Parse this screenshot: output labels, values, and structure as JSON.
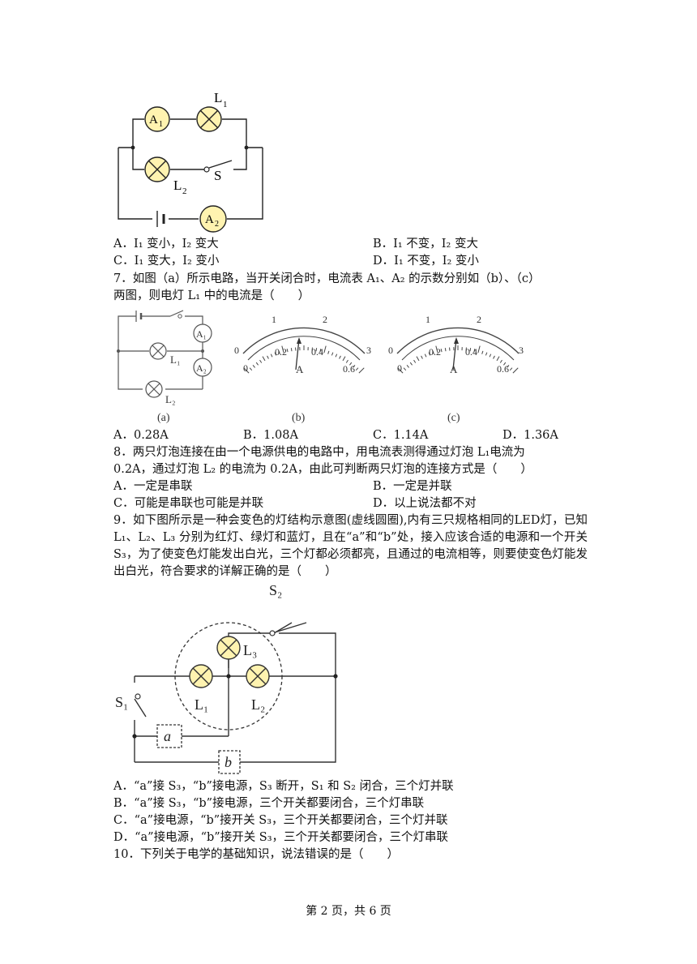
{
  "q6": {
    "figure": {
      "A1": "A",
      "A1sub": "1",
      "L1": "L",
      "L1sub": "1",
      "L2": "L",
      "L2sub": "2",
      "S": "S",
      "A2": "A",
      "A2sub": "2"
    },
    "options": {
      "A": "A．I₁ 变小，I₂ 变大",
      "B": "B．I₁ 不变，I₂ 变大",
      "C": "C．I₁ 变大，I₂ 变小",
      "D": "D．I₁ 不变，I₂ 变小"
    }
  },
  "q7": {
    "line1": "7．如图（a）所示电路，当开关闭合时，电流表 A₁、A₂ 的示数分别如（b）、（c）",
    "line2": "两图，则电灯 L₁ 中的电流是（　　）",
    "figure": {
      "caption_a": "(a)",
      "caption_b": "(b)",
      "caption_c": "(c)",
      "L1": "L₁",
      "L2": "L₂",
      "A1": "A₁",
      "A2": "A₂",
      "meter_unit": "A",
      "upper_ticks": [
        "0",
        "1",
        "2",
        "3"
      ],
      "lower_ticks": [
        "0",
        "0.2",
        "0.4",
        "0.6"
      ]
    },
    "options": {
      "A": "A．0.28A",
      "B": "B．1.08A",
      "C": "C．1.14A",
      "D": "D．1.36A"
    }
  },
  "q8": {
    "line1": "8．两只灯泡连接在由一个电源供电的电路中，用电流表测得通过灯泡 L₁电流为",
    "line2": "0.2A，通过灯泡 L₂ 的电流为 0.2A，由此可判断两只灯泡的连接方式是（　　）",
    "options": {
      "A": "A．一定是串联",
      "B": "B．一定是并联",
      "C": "C．可能是串联也可能是并联",
      "D": "D．以上说法都不对"
    }
  },
  "q9": {
    "text": "9．如下图所示是一种会变色的灯结构示意图(虚线圆圈),内有三只规格相同的LED灯，已知 L₁、L₂、L₃ 分别为红灯、绿灯和蓝灯，且在“a”和“b”处，接入应该合适的电源和一个开关 S₃，为了使变色灯能发出白光，三个灯都必须都亮，且通过的电流相等，则要使变色灯能发出白光，符合要求的详解正确的是（　　）",
    "figure": {
      "S1": "S₁",
      "S2": "S₂",
      "L1": "L₁",
      "L2": "L₂",
      "L3": "L₃",
      "a": "a",
      "b": "b"
    },
    "options": {
      "A": "A．“a”接 S₃，“b”接电源，S₃ 断开，S₁ 和 S₂ 闭合，三个灯并联",
      "B": "B．“a”接 S₃，“b”接电源，三个开关都要闭合，三个灯串联",
      "C": "C．“a”接电源，“b”接开关 S₃，三个开关都要闭合，三个灯并联",
      "D": "D．“a”接电源，“b”接开关 S₃，三个开关都要闭合，三个灯串联"
    }
  },
  "q10": {
    "line1": "10．下列关于电学的基础知识，说法错误的是（　　）"
  },
  "footer": "第 2 页，共 6 页"
}
